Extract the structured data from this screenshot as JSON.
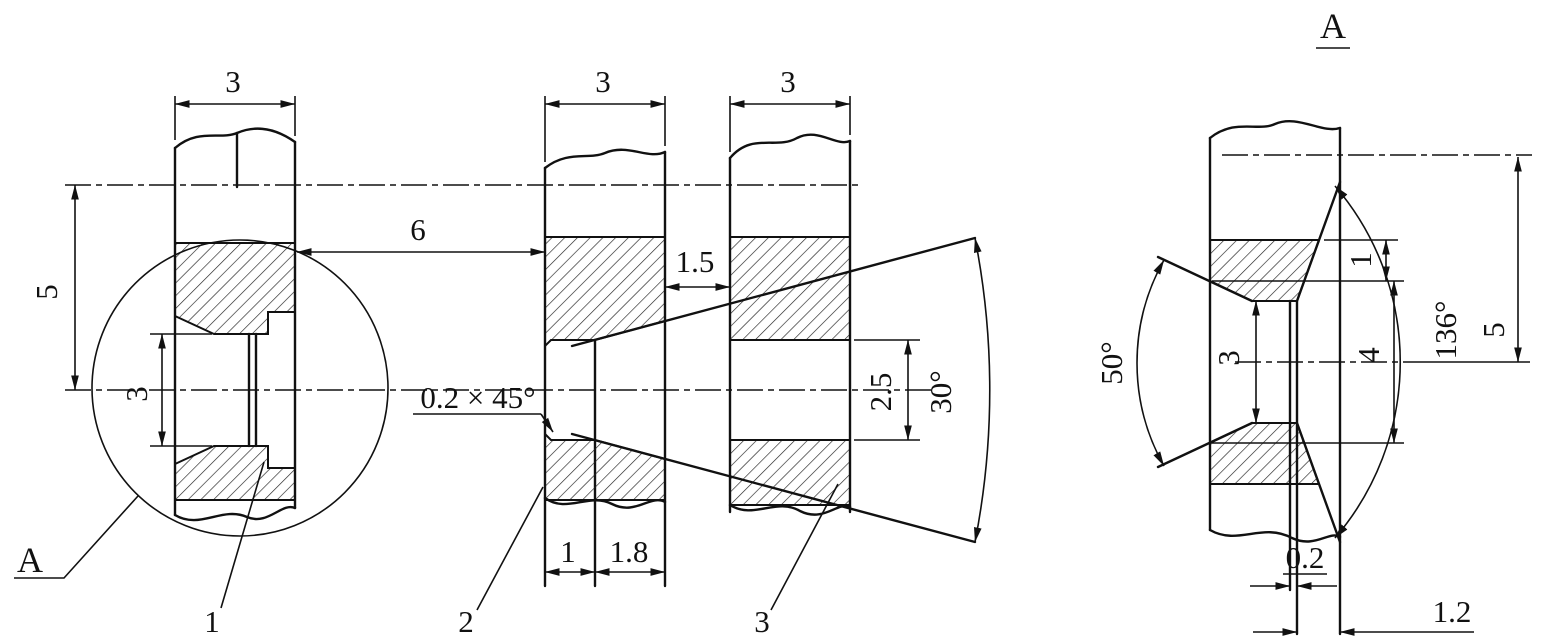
{
  "left_view": {
    "detail_label": "A",
    "part_number": "1",
    "dims": {
      "width": "3",
      "edge_distance": "5",
      "hole_diameter": "3"
    }
  },
  "middle_view": {
    "dims": {
      "plate2_width": "3",
      "plate3_width": "3",
      "spacing": "6",
      "plate_gap": "1.5",
      "chamfer": "0.2 × 45°",
      "hole_diameter": "2.5",
      "cone_angle": "30°",
      "counterbore_depth": "1",
      "cone_depth": "1.8"
    },
    "part_numbers": {
      "plate2": "2",
      "plate3": "3"
    }
  },
  "right_view": {
    "title": "A",
    "dims": {
      "countersink_angle": "50°",
      "hole_diameter": "3",
      "head_height": "1",
      "countersink_diameter": "4",
      "edge_distance": "5",
      "flare_angle": "136°",
      "end_gap": "0.2",
      "flare_width": "1.2"
    }
  }
}
